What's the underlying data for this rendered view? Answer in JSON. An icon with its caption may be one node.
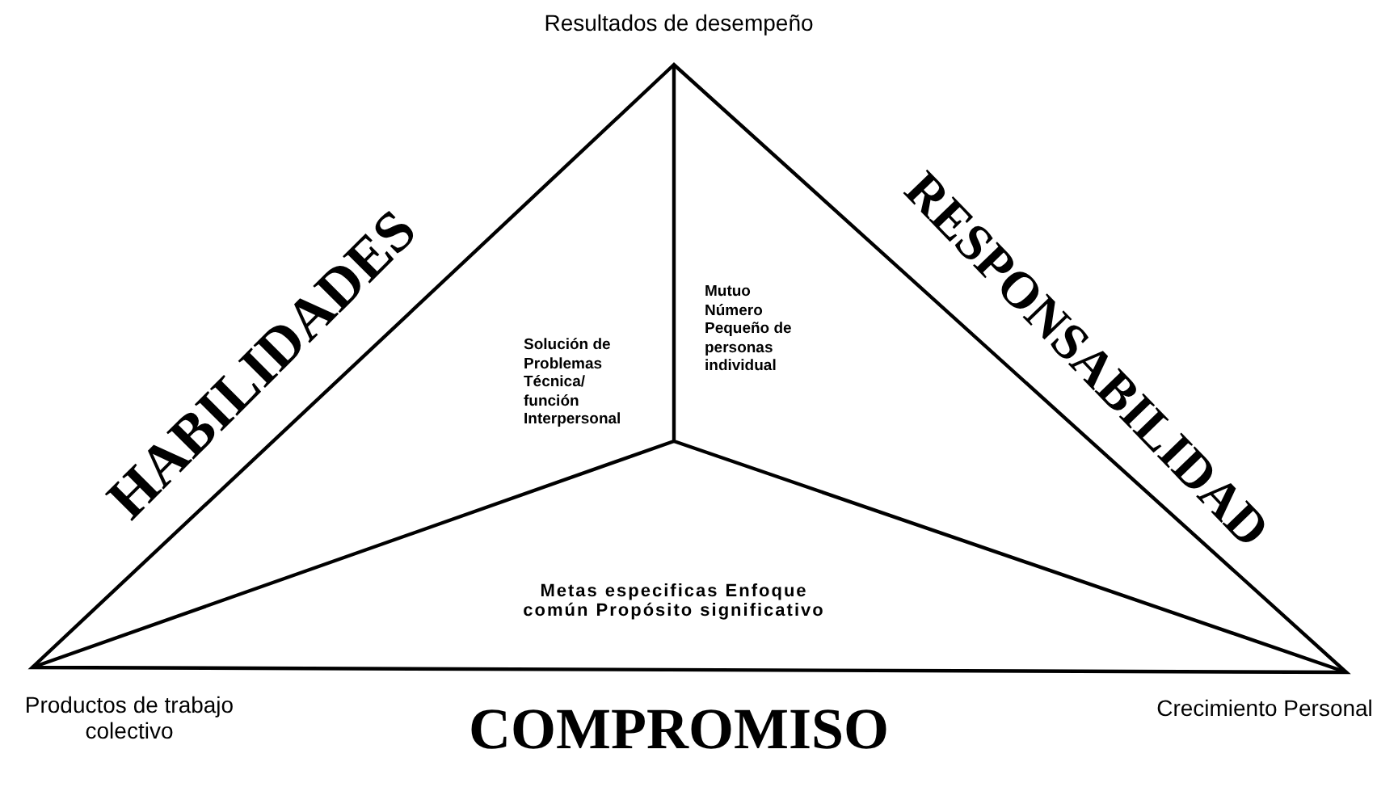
{
  "diagram": {
    "labels": [
      "Resultados de desempeño",
      "HABILIDADES",
      "RESPONSABILIDAD",
      "Solución de Problemas Técnica/ función Interpersonal",
      "Mutuo Número Pequeño de personas individual",
      "Metas especificas Enfoque común Propósito significativo",
      "Productos de trabajo colectivo",
      "COMPROMISO",
      "Crecimiento Personal"
    ]
  }
}
